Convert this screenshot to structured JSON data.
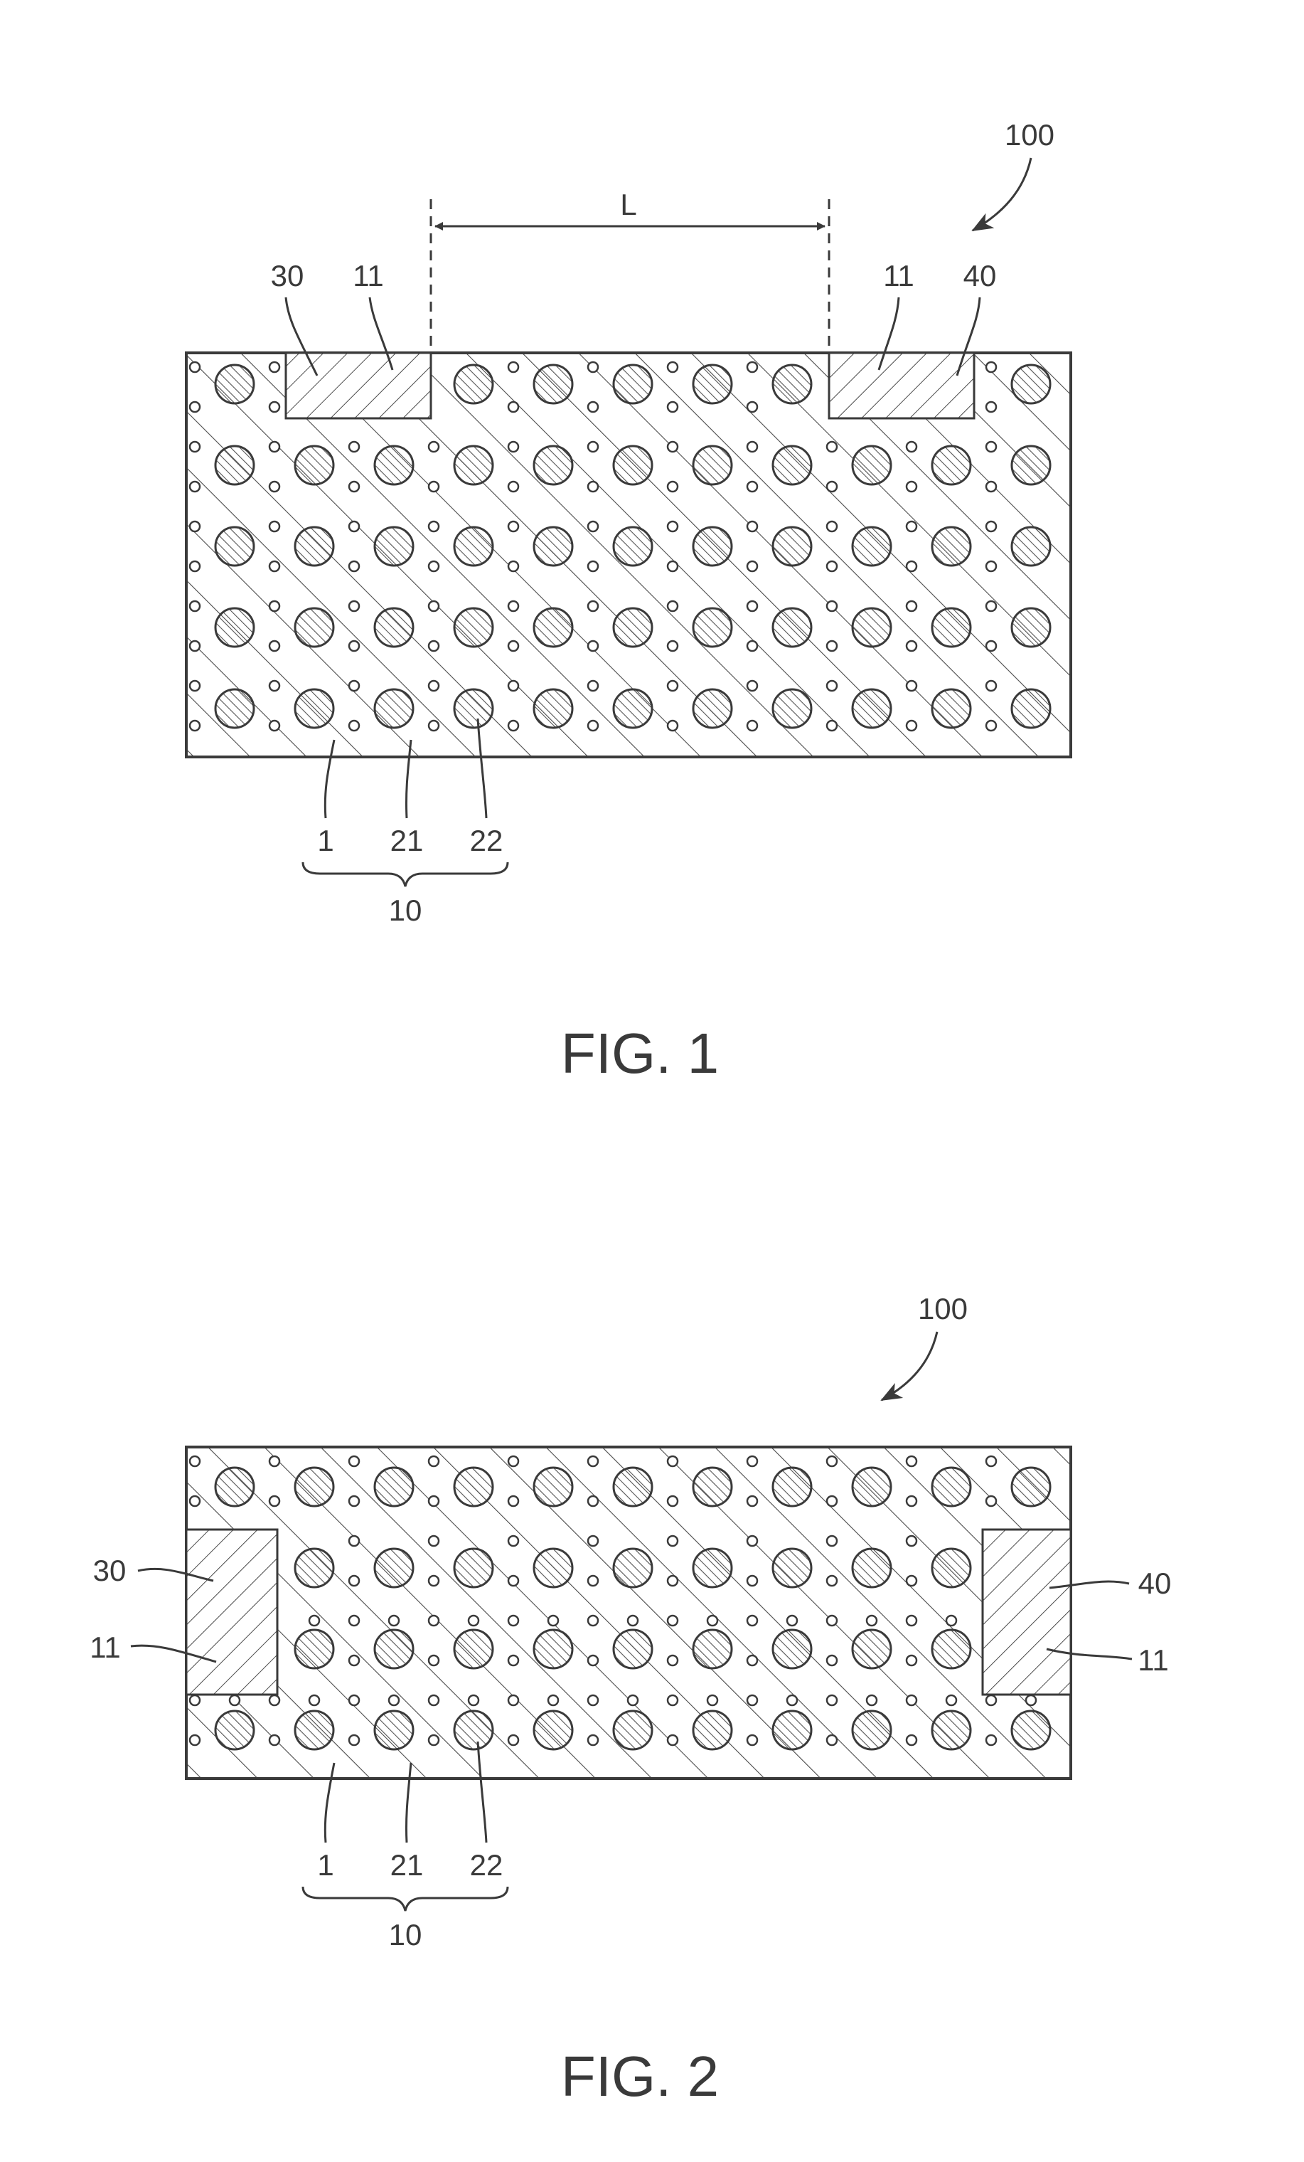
{
  "figure1": {
    "device_ref": "100",
    "dimension_label": "L",
    "left_electrode_ref": "30",
    "left_region_ref": "11",
    "right_region_ref": "11",
    "right_electrode_ref": "40",
    "matrix_ref": "1",
    "small_particle_ref": "21",
    "large_particle_ref": "22",
    "composite_ref": "10",
    "caption": "FIG. 1"
  },
  "figure2": {
    "device_ref": "100",
    "left_electrode_ref": "30",
    "left_region_ref": "11",
    "right_electrode_ref": "40",
    "right_region_ref": "11",
    "matrix_ref": "1",
    "small_particle_ref": "21",
    "large_particle_ref": "22",
    "composite_ref": "10",
    "caption": "FIG. 2"
  }
}
